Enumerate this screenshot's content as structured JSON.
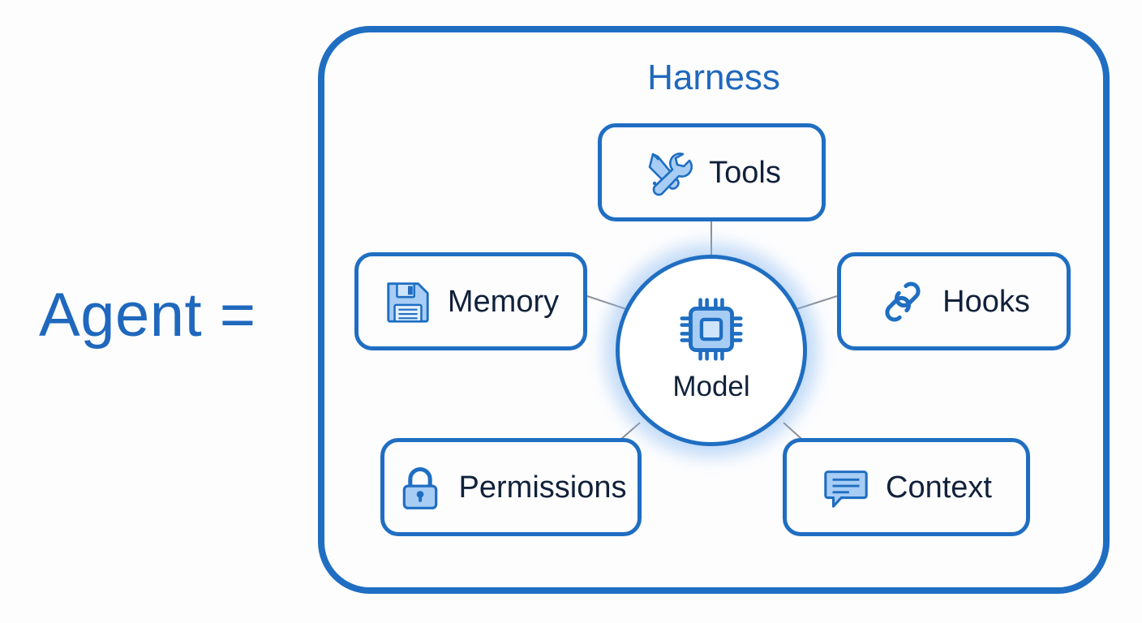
{
  "diagram": {
    "equation_label": "Agent =",
    "container_title": "Harness",
    "center": {
      "label": "Model",
      "icon": "cpu-chip-icon"
    },
    "components": [
      {
        "id": "tools",
        "label": "Tools",
        "icon": "tools-wrench-screwdriver-icon"
      },
      {
        "id": "memory",
        "label": "Memory",
        "icon": "floppy-disk-save-icon"
      },
      {
        "id": "hooks",
        "label": "Hooks",
        "icon": "chain-link-icon"
      },
      {
        "id": "permissions",
        "label": "Permissions",
        "icon": "padlock-icon"
      },
      {
        "id": "context",
        "label": "Context",
        "icon": "speech-bubble-icon"
      }
    ],
    "colors": {
      "primary_blue": "#1f6ec2",
      "title_blue": "#1f68bd",
      "label_navy": "#11213a",
      "icon_fill_light": "#a8cdf5",
      "icon_stroke": "#1f6ec2",
      "background": "#fdfdfe",
      "connector_gray": "#8a8f99",
      "glow_blue": "#6aa6ee"
    }
  }
}
